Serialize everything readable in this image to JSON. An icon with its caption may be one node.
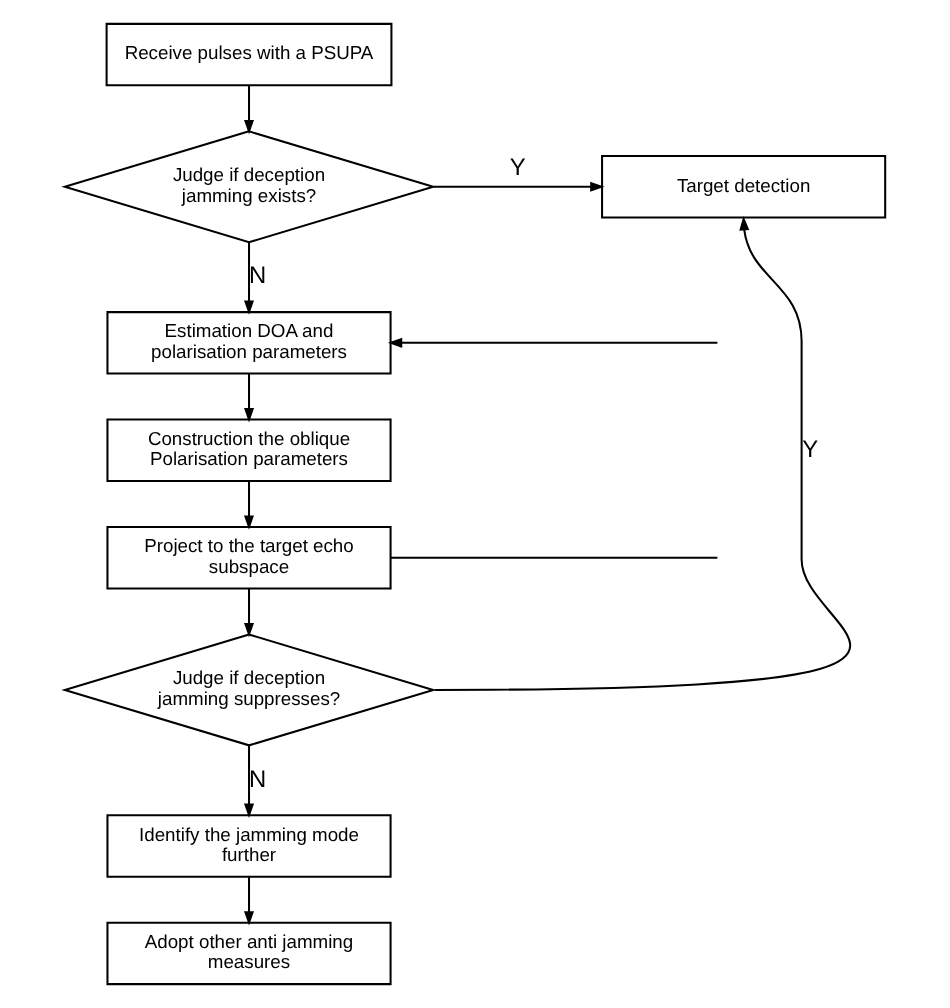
{
  "diagram": {
    "nodes": [
      {
        "text": [
          "Receive pulses with a PSUPA"
        ]
      },
      {
        "text": [
          "Judge if deception jamming exists?"
        ]
      },
      {
        "text": [
          "Target detection"
        ]
      },
      {
        "text": [
          "Estimation DOA and polarisation parameters"
        ]
      },
      {
        "text": [
          "Construction the oblique Polarisation parameters"
        ]
      },
      {
        "text": [
          "Project to the target echo subspace"
        ]
      },
      {
        "text": [
          "Judge if deception jamming suppresses?"
        ]
      },
      {
        "text": [
          "Identify the jamming mode further"
        ]
      },
      {
        "text": [
          "Adopt other anti jamming measures"
        ]
      }
    ],
    "edges": [
      {
        "from": 0,
        "to": 1,
        "arrow": "to"
      },
      {
        "from": 1,
        "to": 2,
        "arrow": "to",
        "label": "Y"
      },
      {
        "from": 1,
        "to": 3,
        "arrow": "to",
        "label": "N"
      },
      {
        "from": null,
        "to": 3,
        "arrow": "to"
      },
      {
        "from": 3,
        "to": 4,
        "arrow": "to"
      },
      {
        "from": 4,
        "to": 5,
        "arrow": "to"
      },
      {
        "from": 5,
        "to": null,
        "arrow": "none"
      },
      {
        "from": 5,
        "to": 6,
        "arrow": "to"
      },
      {
        "from": 6,
        "to": 2,
        "arrow": "to",
        "label": "Y"
      },
      {
        "from": 6,
        "to": 7,
        "arrow": "to",
        "label": "N"
      },
      {
        "from": 7,
        "to": 8,
        "arrow": "to"
      }
    ]
  }
}
